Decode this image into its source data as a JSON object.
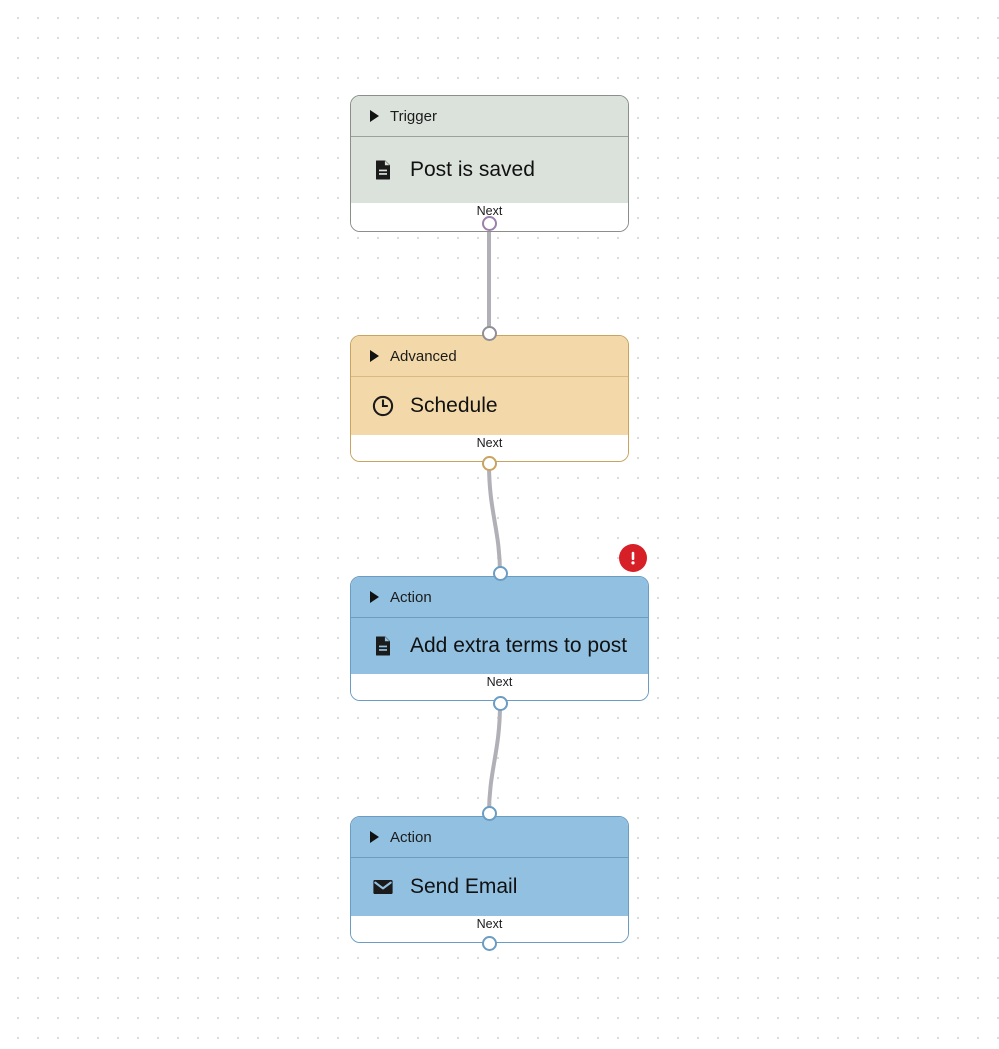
{
  "canvas": {
    "background_color": "#ffffff",
    "grid_dot_color": "#d8d8d8",
    "grid_spacing": 20
  },
  "palette": {
    "trigger_fill": "#dbe2db",
    "trigger_border": "#8a8f8a",
    "advanced_fill": "#f3d9a9",
    "advanced_border": "#c9a35f",
    "action_fill": "#92c0e0",
    "action_border": "#6a9cc4",
    "edge_color": "#b0b0b6",
    "error_color": "#d61f26",
    "port_purple": "#9d7fae"
  },
  "nodes": [
    {
      "id": "trigger-post-is-saved",
      "category_label": "Trigger",
      "title": "Post is saved",
      "icon": "document-icon",
      "footer_label": "Next",
      "theme": "trigger",
      "has_error": false
    },
    {
      "id": "advanced-schedule",
      "category_label": "Advanced",
      "title": "Schedule",
      "icon": "clock-icon",
      "footer_label": "Next",
      "theme": "advanced",
      "has_error": false
    },
    {
      "id": "action-add-extra-terms-to-post",
      "category_label": "Action",
      "title": "Add extra terms to post",
      "icon": "document-icon",
      "footer_label": "Next",
      "theme": "action",
      "has_error": true
    },
    {
      "id": "action-send-email",
      "category_label": "Action",
      "title": "Send Email",
      "icon": "envelope-icon",
      "footer_label": "Next",
      "theme": "action",
      "has_error": false
    }
  ],
  "error_badge": {
    "icon": "exclamation-icon",
    "glyph": "!"
  }
}
